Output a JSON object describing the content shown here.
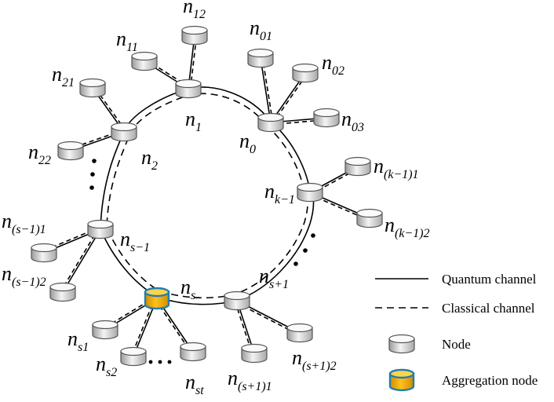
{
  "nodes": [
    {
      "id": "n0",
      "base": "n",
      "sub": "0"
    },
    {
      "id": "n1",
      "base": "n",
      "sub": "1"
    },
    {
      "id": "n2",
      "base": "n",
      "sub": "2"
    },
    {
      "id": "nk1",
      "base": "n",
      "sub": "k−1"
    },
    {
      "id": "ns1m",
      "base": "n",
      "sub": "s−1"
    },
    {
      "id": "ns",
      "base": "n",
      "sub": "s",
      "aggregation": true
    },
    {
      "id": "ns1p",
      "base": "n",
      "sub": "s+1"
    }
  ],
  "leaves": [
    {
      "id": "n01",
      "base": "n",
      "sub": "01",
      "parent": "n0"
    },
    {
      "id": "n02",
      "base": "n",
      "sub": "02",
      "parent": "n0"
    },
    {
      "id": "n03",
      "base": "n",
      "sub": "03",
      "parent": "n0"
    },
    {
      "id": "n11",
      "base": "n",
      "sub": "11",
      "parent": "n1"
    },
    {
      "id": "n12",
      "base": "n",
      "sub": "12",
      "parent": "n1"
    },
    {
      "id": "n21",
      "base": "n",
      "sub": "21",
      "parent": "n2"
    },
    {
      "id": "n22",
      "base": "n",
      "sub": "22",
      "parent": "n2"
    },
    {
      "id": "nk11",
      "base": "n",
      "sub": "(k−1)1",
      "parent": "nk1"
    },
    {
      "id": "nk12",
      "base": "n",
      "sub": "(k−1)2",
      "parent": "nk1"
    },
    {
      "id": "nsm11",
      "base": "n",
      "sub": "(s−1)1",
      "parent": "ns1m"
    },
    {
      "id": "nsm12",
      "base": "n",
      "sub": "(s−1)2",
      "parent": "ns1m"
    },
    {
      "id": "ns_1",
      "base": "n",
      "sub": "s1",
      "parent": "ns"
    },
    {
      "id": "ns_2",
      "base": "n",
      "sub": "s2",
      "parent": "ns"
    },
    {
      "id": "ns_t",
      "base": "n",
      "sub": "st",
      "parent": "ns"
    },
    {
      "id": "nsp11",
      "base": "n",
      "sub": "(s+1)1",
      "parent": "ns1p"
    },
    {
      "id": "nsp12",
      "base": "n",
      "sub": "(s+1)2",
      "parent": "ns1p"
    }
  ],
  "legend": {
    "quantum": "Quantum channel",
    "classical": "Classical channel",
    "node": "Node",
    "aggregation": "Aggregation node"
  },
  "colors": {
    "node_fill": "#e6e6e6",
    "node_stroke": "#555555",
    "aggregation_fill": "#f0a800",
    "aggregation_stroke": "#1e7fb0",
    "line": "#000000"
  }
}
